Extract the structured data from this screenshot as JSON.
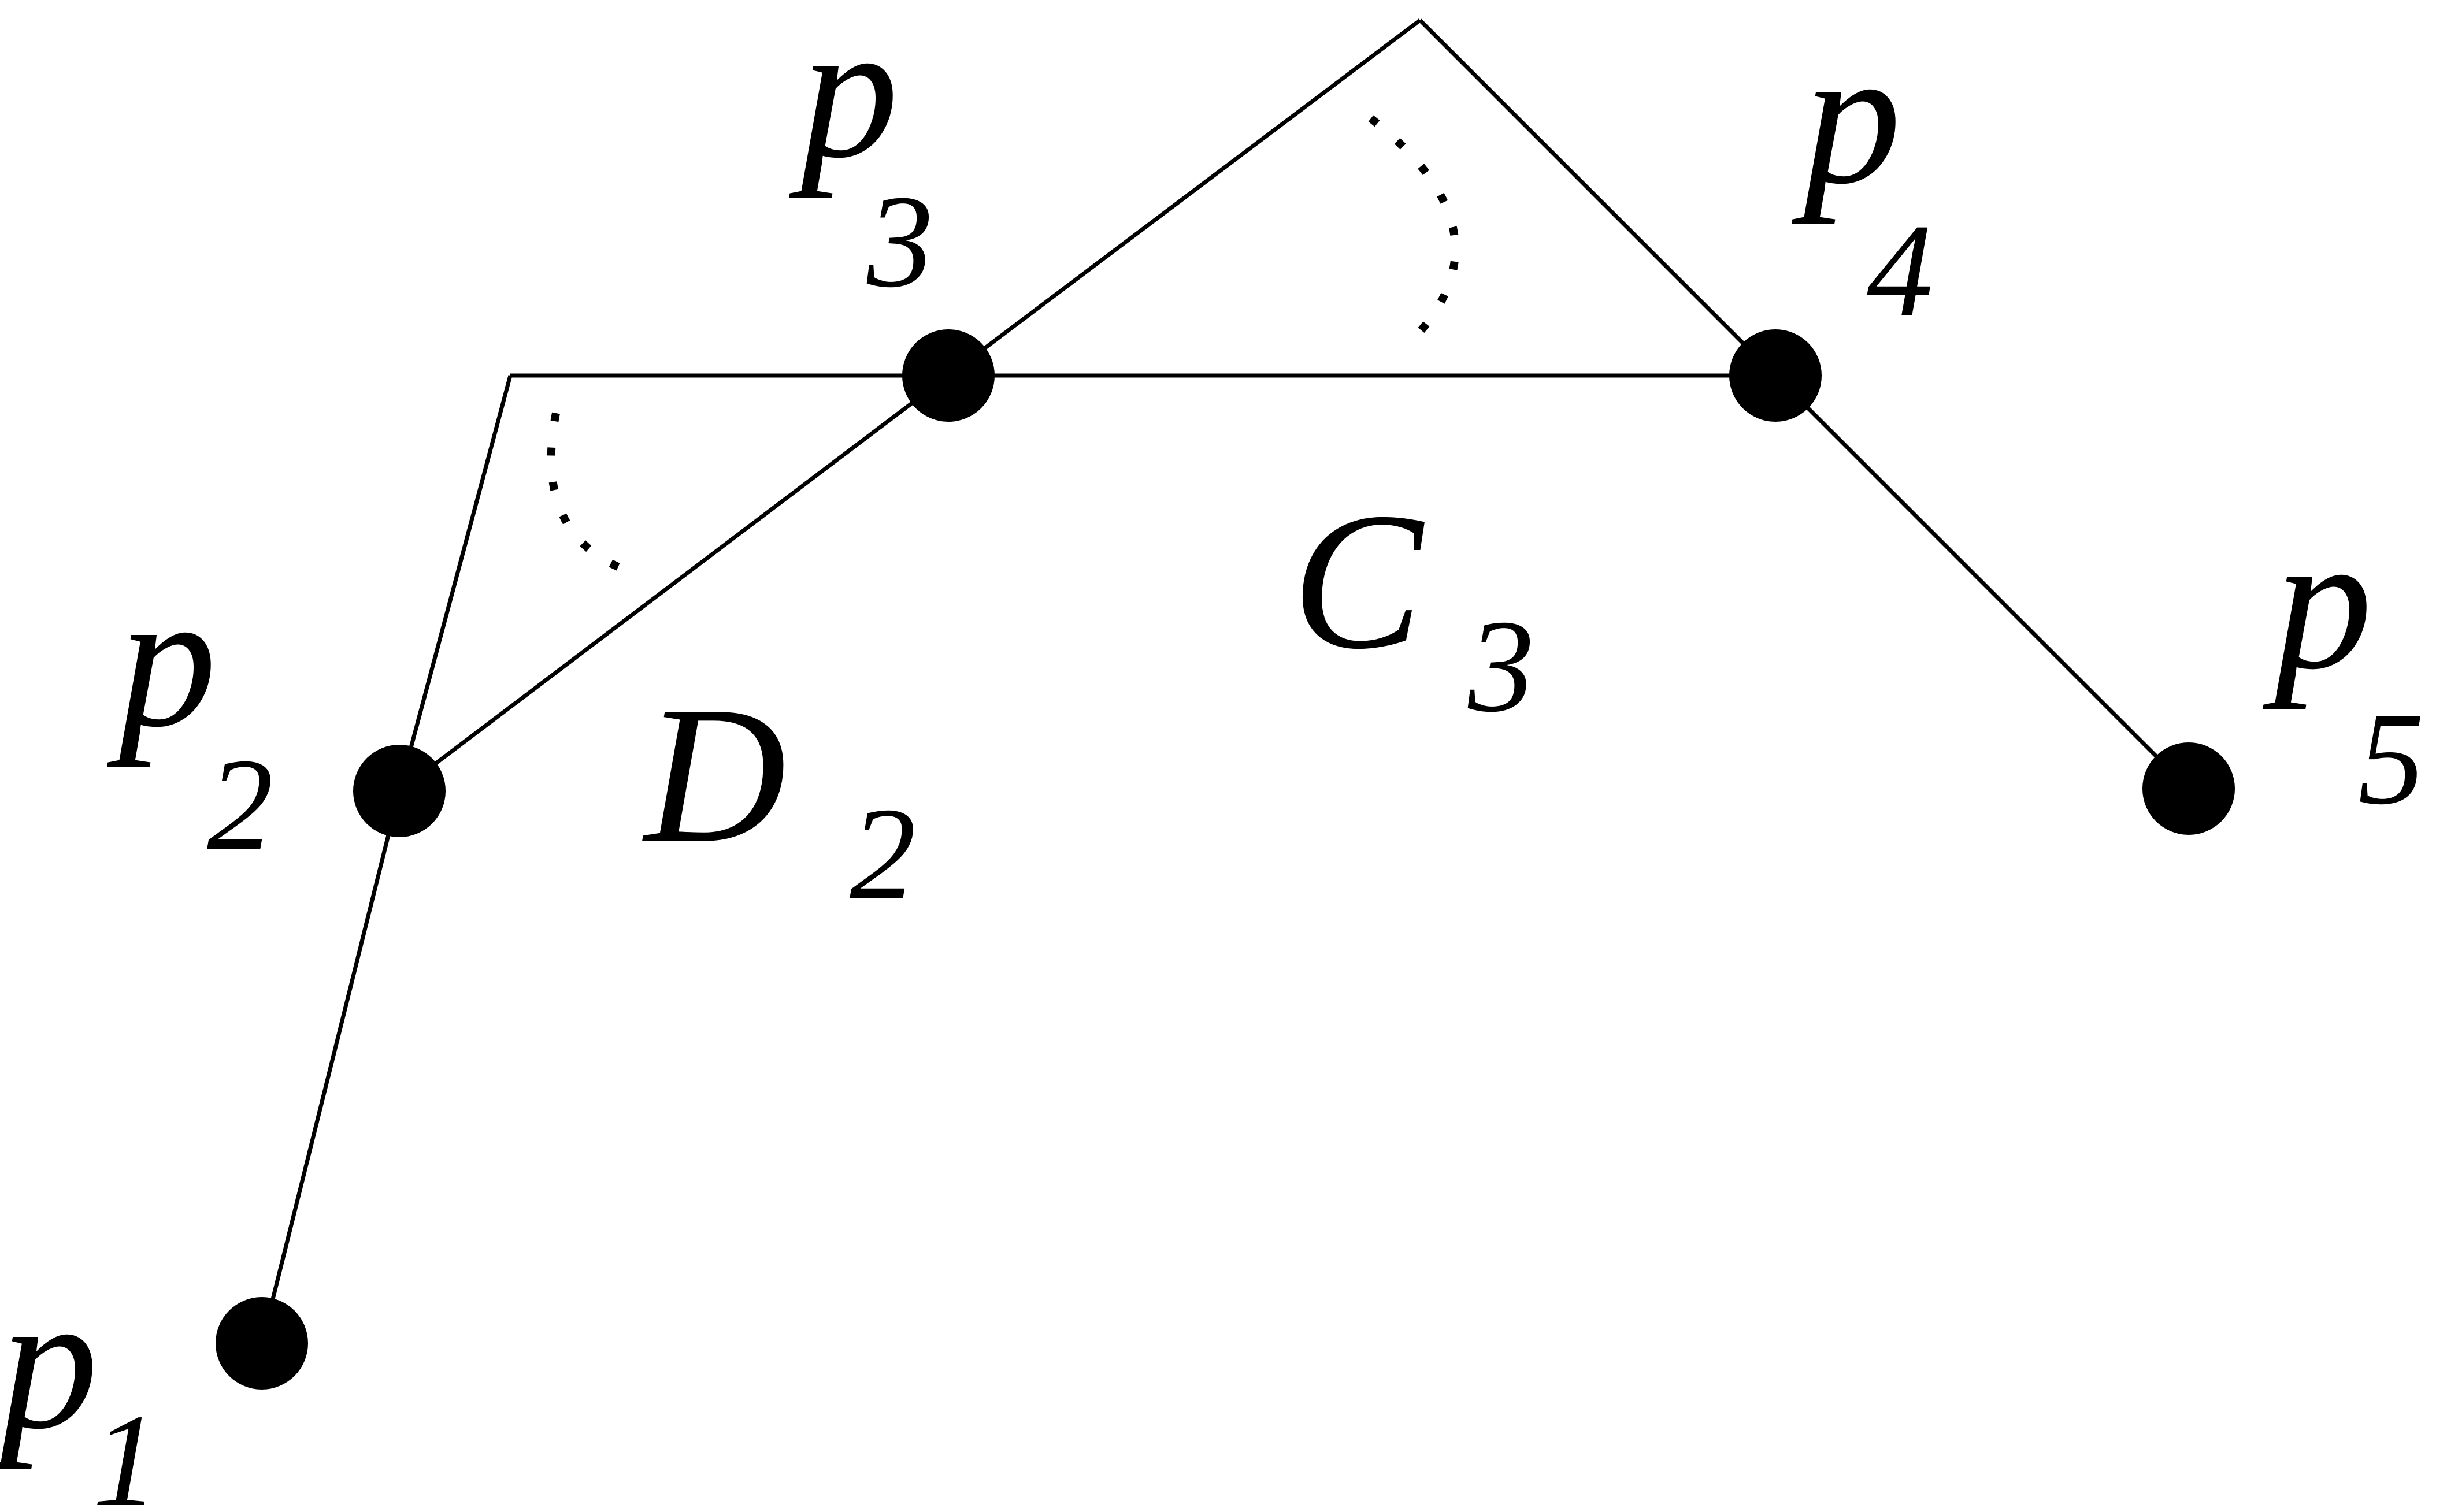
{
  "diagram": {
    "colors": {
      "stroke": "#000000",
      "background": "#ffffff"
    },
    "points": [
      {
        "id": "p1",
        "letter": "p",
        "subscript": "1"
      },
      {
        "id": "p2",
        "letter": "p",
        "subscript": "2"
      },
      {
        "id": "p3",
        "letter": "p",
        "subscript": "3"
      },
      {
        "id": "p4",
        "letter": "p",
        "subscript": "4"
      },
      {
        "id": "p5",
        "letter": "p",
        "subscript": "5"
      }
    ],
    "regions": [
      {
        "id": "D2",
        "letter": "D",
        "subscript": "2"
      },
      {
        "id": "C3",
        "letter": "C",
        "subscript": "3"
      }
    ],
    "edges": [
      {
        "from": "p1",
        "to": "p2"
      },
      {
        "from": "p2",
        "to": "p3"
      },
      {
        "from": "p3",
        "to": "p4"
      },
      {
        "from": "p4",
        "to": "p5"
      }
    ]
  }
}
